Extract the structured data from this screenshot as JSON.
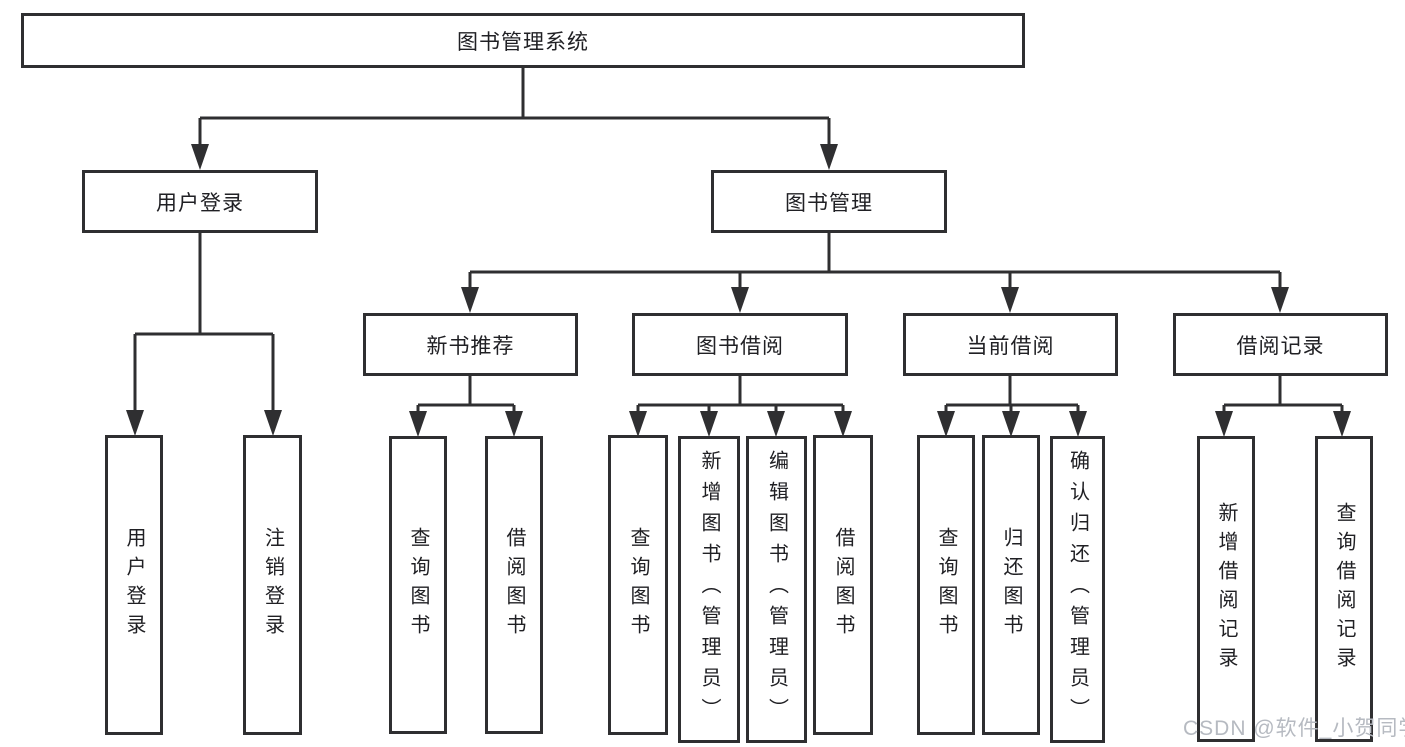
{
  "tree": {
    "root": "图书管理系统",
    "login": {
      "label": "用户登录",
      "children": [
        "用户登录",
        "注销登录"
      ]
    },
    "mgmt": {
      "label": "图书管理"
    },
    "groups": [
      {
        "label": "新书推荐",
        "children": [
          "查询图书",
          "借阅图书"
        ]
      },
      {
        "label": "图书借阅",
        "children": [
          "查询图书",
          "新增图书（管理员）",
          "编辑图书（管理员）",
          "借阅图书"
        ]
      },
      {
        "label": "当前借阅",
        "children": [
          "查询图书",
          "归还图书",
          "确认归还（管理员）"
        ]
      },
      {
        "label": "借阅记录",
        "children": [
          "新增借阅记录",
          "查询借阅记录"
        ]
      }
    ]
  },
  "watermark": "CSDN @软件_小贺同学",
  "colors": {
    "line": "#2f2f31",
    "text": "#202024",
    "watermark": "#b6bac1"
  }
}
